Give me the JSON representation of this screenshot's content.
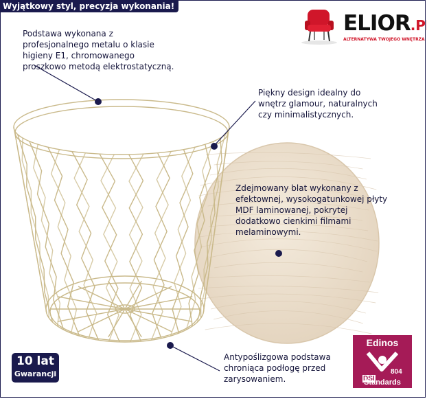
{
  "banner": {
    "text": "Wyjątkowy styl, precyzja wykonania!"
  },
  "logo": {
    "name": "ELIOR",
    "suffix": ".PL",
    "tagline": "ALTERNATYWA TWOJEGO WNĘTRZA",
    "icon": "red-chair-icon"
  },
  "notes": {
    "base": {
      "lines": [
        "Podstawa wykonana z",
        "profesjonalnego metalu o klasie",
        "higieny E1, chromowanego",
        "proszkowo metodą elektrostatyczną."
      ]
    },
    "design": {
      "lines": [
        "Piękny design idealny do",
        "wnętrz glamour, naturalnych",
        "czy minimalistycznych."
      ]
    },
    "top": {
      "lines": [
        "Zdejmowany blat wykonany z",
        "efektownej, wysokogatunkowej płyty",
        "MDF laminowanej, pokrytej",
        "dodatkowo cienkimi filmami",
        "melaminowymi."
      ]
    },
    "antislip": {
      "lines": [
        "Antypoślizgowa podstawa",
        "chroniąca podłogę przed",
        "zarysowaniem."
      ]
    }
  },
  "warranty": {
    "years": "10 lat",
    "label": "Gwarancji"
  },
  "badge": {
    "title": "Edinos",
    "dsi": "DSI",
    "number": "804",
    "footer": "Standards"
  },
  "colors": {
    "navy": "#1a1a4d",
    "wire": "#c9b98a",
    "wood": "#ece0cf",
    "brand_red": "#d0162a",
    "badge": "#a51b57"
  }
}
